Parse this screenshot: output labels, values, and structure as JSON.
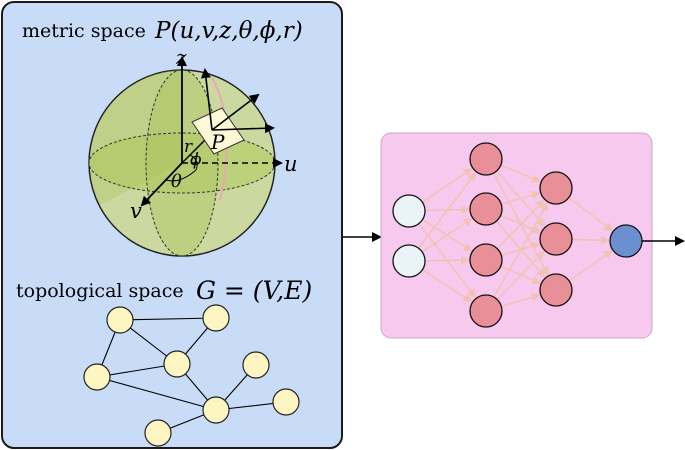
{
  "metric": {
    "label": "metric space",
    "formula": "P(u,v,z,θ,ϕ,r)",
    "axes": {
      "z": "z",
      "u": "u",
      "v": "v"
    },
    "symbols": {
      "point": "P",
      "radius": "r",
      "theta": "θ",
      "phi": "ϕ"
    }
  },
  "topological": {
    "label": "topological space",
    "formula": "G = (V,E)"
  },
  "colors": {
    "left_panel": "#c9dcf7",
    "panel_border": "#1a1a1a",
    "sphere": "#cbd9a1",
    "sphere_band": "#b9cf73",
    "graph_node": "#fdf6c3",
    "nn_panel": "#f7c9ef",
    "input_node": "#eaf4f8",
    "hidden_node": "#e88f98",
    "output_node": "#6b8fcf",
    "nn_edge": "#f1c2b5"
  }
}
